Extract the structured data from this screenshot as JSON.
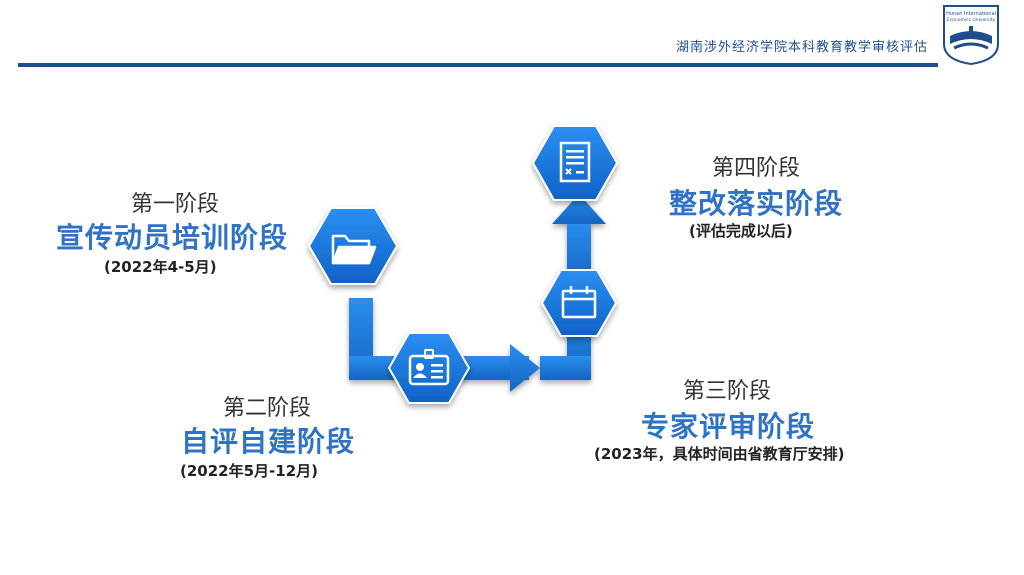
{
  "header": {
    "title": "湖南涉外经济学院本科教育教学审核评估",
    "logo_text_line1": "Hunan International",
    "logo_text_line2": "Economics University"
  },
  "stages": [
    {
      "number": "第一阶段",
      "name": "宣传动员培训阶段",
      "date": "(2022年4-5月)",
      "icon": "folder-icon"
    },
    {
      "number": "第二阶段",
      "name": "自评自建阶段",
      "date": "(2022年5月-12月)",
      "icon": "id-card-icon"
    },
    {
      "number": "第三阶段",
      "name": "专家评审阶段",
      "date": "(2023年，具体时间由省教育厅安排)",
      "icon": "calendar-icon"
    },
    {
      "number": "第四阶段",
      "name": "整改落实阶段",
      "date": "(评估完成以后)",
      "icon": "document-icon"
    }
  ],
  "colors": {
    "primary": "#1f4e8c",
    "accent": "#2f73c5",
    "arrow": "#1e7fd8",
    "hexagon": "#1476d6"
  }
}
